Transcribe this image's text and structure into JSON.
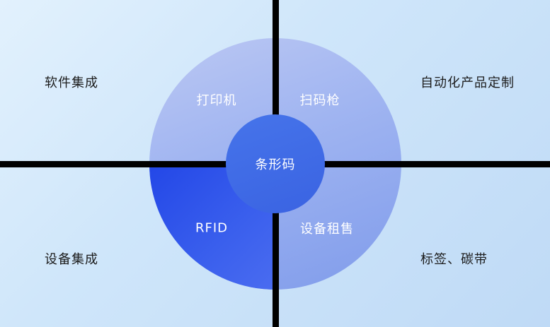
{
  "diagram": {
    "center": {
      "label": "条形码"
    },
    "quadrants": [
      {
        "position": "top-left",
        "label": "打印机"
      },
      {
        "position": "top-right",
        "label": "扫码枪"
      },
      {
        "position": "bottom-left",
        "label": "RFID"
      },
      {
        "position": "bottom-right",
        "label": "设备租售"
      }
    ],
    "corners": [
      {
        "position": "top-left",
        "label": "软件集成"
      },
      {
        "position": "top-right",
        "label": "自动化产品定制"
      },
      {
        "position": "bottom-left",
        "label": "设备集成"
      },
      {
        "position": "bottom-right",
        "label": "标签、碳带"
      }
    ],
    "colors": {
      "background_light": "#e2f1fd",
      "background_dark": "#bfdaf6",
      "outer_circle_top": "#bac6f3",
      "outer_circle_bottom": "#7a96ea",
      "rfid_quadrant": "#2347e7",
      "center_circle": "#3a63e2",
      "cross": "#000000",
      "quadrant_text": "#ffffff",
      "corner_text": "#1c1c1c"
    }
  }
}
